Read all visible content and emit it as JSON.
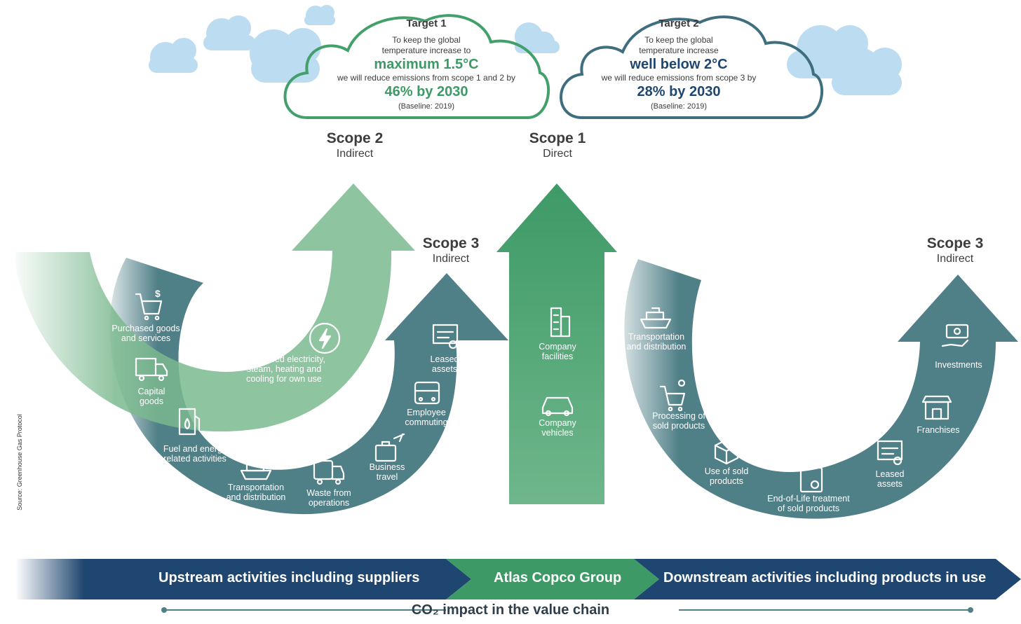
{
  "targets": [
    {
      "title": "Target 1",
      "line1": "To keep the global",
      "line2": "temperature increase to",
      "highlight": "maximum 1.5°C",
      "line3": "we will reduce emissions from scope 1 and 2 by",
      "goal": "46% by 2030",
      "baseline": "(Baseline: 2019)"
    },
    {
      "title": "Target 2",
      "line1": "To keep the global",
      "line2": "temperature increase",
      "highlight": "well below 2°C",
      "line3": "we will reduce emissions from scope 3 by",
      "goal": "28% by 2030",
      "baseline": "(Baseline: 2019)"
    }
  ],
  "scopes": {
    "scope2": {
      "title": "Scope 2",
      "sub": "Indirect"
    },
    "scope1": {
      "title": "Scope 1",
      "sub": "Direct"
    },
    "scope3_up": {
      "title": "Scope 3",
      "sub": "Indirect"
    },
    "scope3_down": {
      "title": "Scope 3",
      "sub": "Indirect"
    }
  },
  "upstream_items": {
    "purchased_goods": "Purchased goods and services",
    "capital_goods": "Capital goods",
    "fuel_energy": "Fuel and energy related activities",
    "transport": "Transportation and distribution",
    "waste": "Waste from operations",
    "business_travel": "Business travel",
    "employee_commuting": "Employee commuting",
    "leased_assets": "Leased assets"
  },
  "scope2_item": "Purchased electricity, steam, heating and cooling for own use",
  "scope1_items": {
    "facilities": "Company facilities",
    "vehicles": "Company vehicles"
  },
  "downstream_items": {
    "transport": "Transportation and distribution",
    "processing": "Processing of sold products",
    "use": "Use of sold products",
    "eol": "End-of-Life treatment of sold products",
    "leased_assets": "Leased assets",
    "franchises": "Franchises",
    "investments": "Investments"
  },
  "bands": {
    "upstream": "Upstream activities including suppliers",
    "group": "Atlas Copco Group",
    "downstream": "Downstream activities including products in use"
  },
  "footer": "CO₂ impact in the value chain",
  "source": "Source: Greenhouse Gas Protocol",
  "colors": {
    "teal": "#4f7f87",
    "light_green": "#7bb98f",
    "green": "#3d9a66",
    "navy": "#1f4670",
    "cloud": "#bcdcf1"
  }
}
